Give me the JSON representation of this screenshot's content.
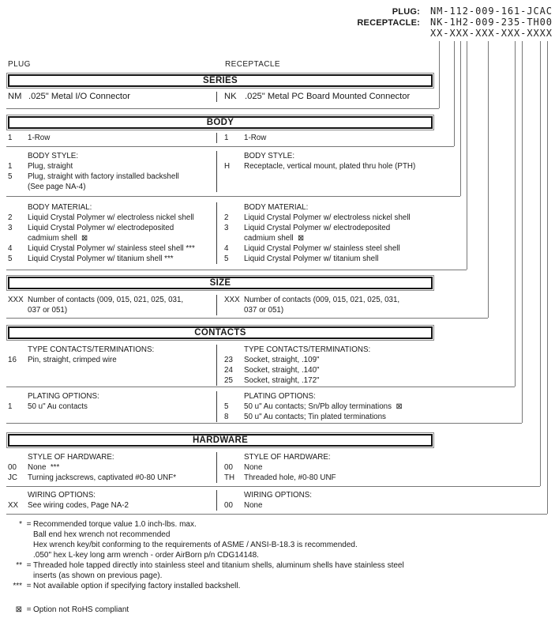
{
  "colors": {
    "ink": "#1a1a1a",
    "line": "#777777"
  },
  "column_labels": {
    "left": "PLUG",
    "right": "RECEPTACLE"
  },
  "part_numbers": {
    "plug_label": "PLUG:",
    "plug_value": "NM-112-009-161-JCAC",
    "receptacle_label": "RECEPTACLE:",
    "receptacle_value": "NK-1H2-009-235-TH00",
    "mask": "XX-XXX-XXX-XXX-XXXX"
  },
  "series": {
    "title": "SERIES",
    "left": {
      "code": "NM",
      "text": ".025\" Metal I/O Connector"
    },
    "right": {
      "code": "NK",
      "text": ".025\" Metal PC Board Mounted Connector"
    }
  },
  "body": {
    "title": "BODY",
    "row_left": {
      "code": "1",
      "text": "1-Row"
    },
    "row_right": {
      "code": "1",
      "text": "1-Row"
    },
    "style": {
      "left": {
        "heading": "BODY STYLE:",
        "rows": [
          {
            "code": "1",
            "text": "Plug, straight"
          },
          {
            "code": "5",
            "text": "Plug, straight with factory installed backshell"
          },
          {
            "code": "",
            "text": "(See page NA-4)"
          }
        ]
      },
      "right": {
        "heading": "BODY STYLE:",
        "rows": [
          {
            "code": "H",
            "text": "Receptacle, vertical mount, plated thru hole (PTH)"
          }
        ]
      }
    },
    "material": {
      "left": {
        "heading": "BODY MATERIAL:",
        "rows": [
          {
            "code": "2",
            "text": "Liquid Crystal Polymer w/ electroless nickel shell"
          },
          {
            "code": "3",
            "text": "Liquid Crystal Polymer w/ electrodeposited"
          },
          {
            "code": "",
            "text": "cadmium shell  ⊠"
          },
          {
            "code": "4",
            "text": "Liquid Crystal Polymer w/ stainless steel shell ***"
          },
          {
            "code": "5",
            "text": "Liquid Crystal Polymer w/ titanium shell ***"
          }
        ]
      },
      "right": {
        "heading": "BODY MATERIAL:",
        "rows": [
          {
            "code": "2",
            "text": "Liquid Crystal Polymer w/ electroless nickel shell"
          },
          {
            "code": "3",
            "text": "Liquid Crystal Polymer w/ electrodeposited"
          },
          {
            "code": "",
            "text": "cadmium shell  ⊠"
          },
          {
            "code": "4",
            "text": "Liquid Crystal Polymer w/ stainless steel shell"
          },
          {
            "code": "5",
            "text": "Liquid Crystal Polymer w/ titanium shell"
          }
        ]
      }
    }
  },
  "size": {
    "title": "SIZE",
    "left": {
      "code": "XXX",
      "line1": "Number of contacts (009, 015, 021, 025, 031,",
      "line2": "037 or 051)"
    },
    "right": {
      "code": "XXX",
      "line1": "Number of contacts (009, 015, 021, 025, 031,",
      "line2": "037 or 051)"
    }
  },
  "contacts": {
    "title": "CONTACTS",
    "type": {
      "left": {
        "heading": "TYPE CONTACTS/TERMINATIONS:",
        "rows": [
          {
            "code": "16",
            "text": "Pin, straight, crimped wire"
          }
        ]
      },
      "right": {
        "heading": "TYPE CONTACTS/TERMINATIONS:",
        "rows": [
          {
            "code": "23",
            "text": "Socket, straight, .109\""
          },
          {
            "code": "24",
            "text": "Socket, straight, .140\""
          },
          {
            "code": "25",
            "text": "Socket, straight, .172\""
          }
        ]
      }
    },
    "plating": {
      "left": {
        "heading": "PLATING OPTIONS:",
        "rows": [
          {
            "code": "1",
            "text": "50 u\" Au contacts"
          }
        ]
      },
      "right": {
        "heading": "PLATING OPTIONS:",
        "rows": [
          {
            "code": "5",
            "text": "50 u\" Au contacts; Sn/Pb alloy terminations  ⊠"
          },
          {
            "code": "8",
            "text": "50 u\" Au contacts; Tin plated terminations"
          }
        ]
      }
    }
  },
  "hardware": {
    "title": "HARDWARE",
    "style": {
      "left": {
        "heading": "STYLE OF HARDWARE:",
        "rows": [
          {
            "code": "00",
            "text": "None  ***"
          },
          {
            "code": "JC",
            "text": "Turning jackscrews, captivated #0-80 UNF*"
          }
        ]
      },
      "right": {
        "heading": "STYLE OF HARDWARE:",
        "rows": [
          {
            "code": "00",
            "text": "None"
          },
          {
            "code": "TH",
            "text": "Threaded hole, #0-80 UNF"
          }
        ]
      }
    },
    "wiring": {
      "left": {
        "heading": "WIRING OPTIONS:",
        "rows": [
          {
            "code": "XX",
            "text": "See wiring codes, Page NA-2"
          }
        ]
      },
      "right": {
        "heading": "WIRING OPTIONS:",
        "rows": [
          {
            "code": "00",
            "text": "None"
          }
        ]
      }
    }
  },
  "footnotes": {
    "eq": "=",
    "star": {
      "symbol": "*",
      "line1": "Recommended torque value 1.0 inch-lbs. max.",
      "line2": "Ball end hex wrench not recommended",
      "line3": "Hex wrench key/bit conforming to the requirements of ASME / ANSI-B-18.3 is recommended.",
      "line4": ".050\" hex L-key long arm wrench - order AirBorn p/n CDG14148."
    },
    "double_star": {
      "symbol": "**",
      "line1": "Threaded hole tapped directly into stainless steel and titanium shells, aluminum shells have stainless steel",
      "line2": "inserts (as shown on previous page)."
    },
    "triple_star": {
      "symbol": "***",
      "line1": "Not available option if specifying factory installed backshell."
    },
    "rohs": {
      "symbol": "⊠",
      "line1": "Option not RoHS compliant"
    }
  }
}
